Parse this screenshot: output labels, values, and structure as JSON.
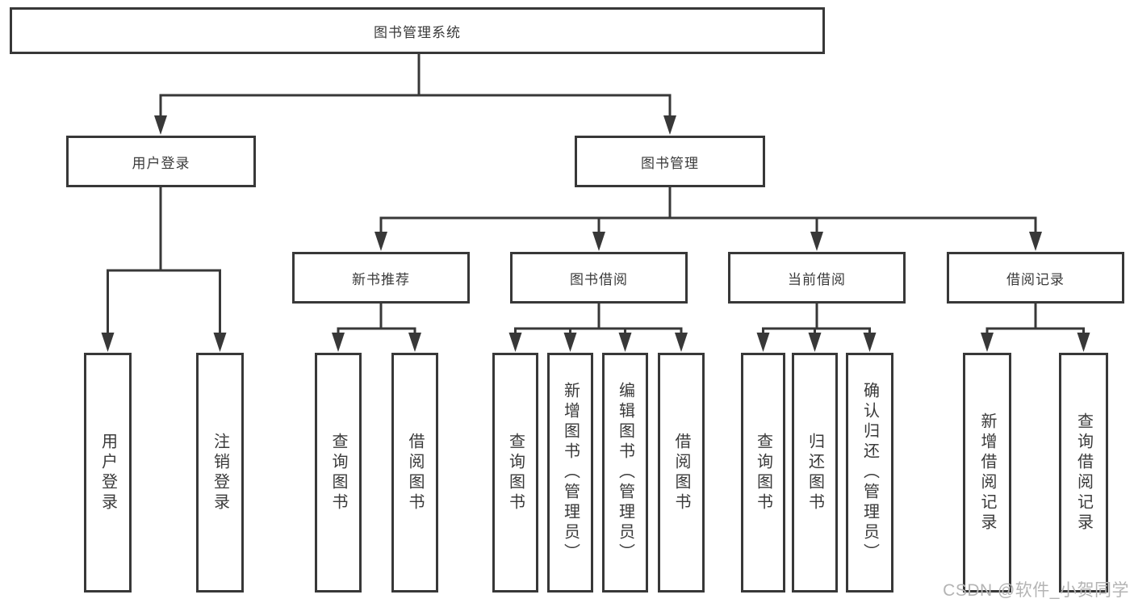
{
  "diagram": {
    "root": "图书管理系统",
    "level2": {
      "user_login": "用户登录",
      "book_mgmt": "图书管理"
    },
    "level3": {
      "new_books": "新书推荐",
      "borrowing": "图书借阅",
      "current": "当前借阅",
      "records": "借阅记录"
    },
    "leaves": {
      "user_login": [
        "用户登录",
        "注销登录"
      ],
      "new_books": [
        "查询图书",
        "借阅图书"
      ],
      "borrowing": [
        "查询图书",
        "新增图书（管理员）",
        "编辑图书（管理员）",
        "借阅图书"
      ],
      "current": [
        "查询图书",
        "归还图书",
        "确认归还（管理员）"
      ],
      "records": [
        "新增借阅记录",
        "查询借阅记录"
      ]
    }
  },
  "watermark": "CSDN @软件_小贺同学",
  "colors": {
    "line": "#383838",
    "text": "#3a3a3a",
    "watermark": "#b4b4b4",
    "background": "#ffffff"
  }
}
